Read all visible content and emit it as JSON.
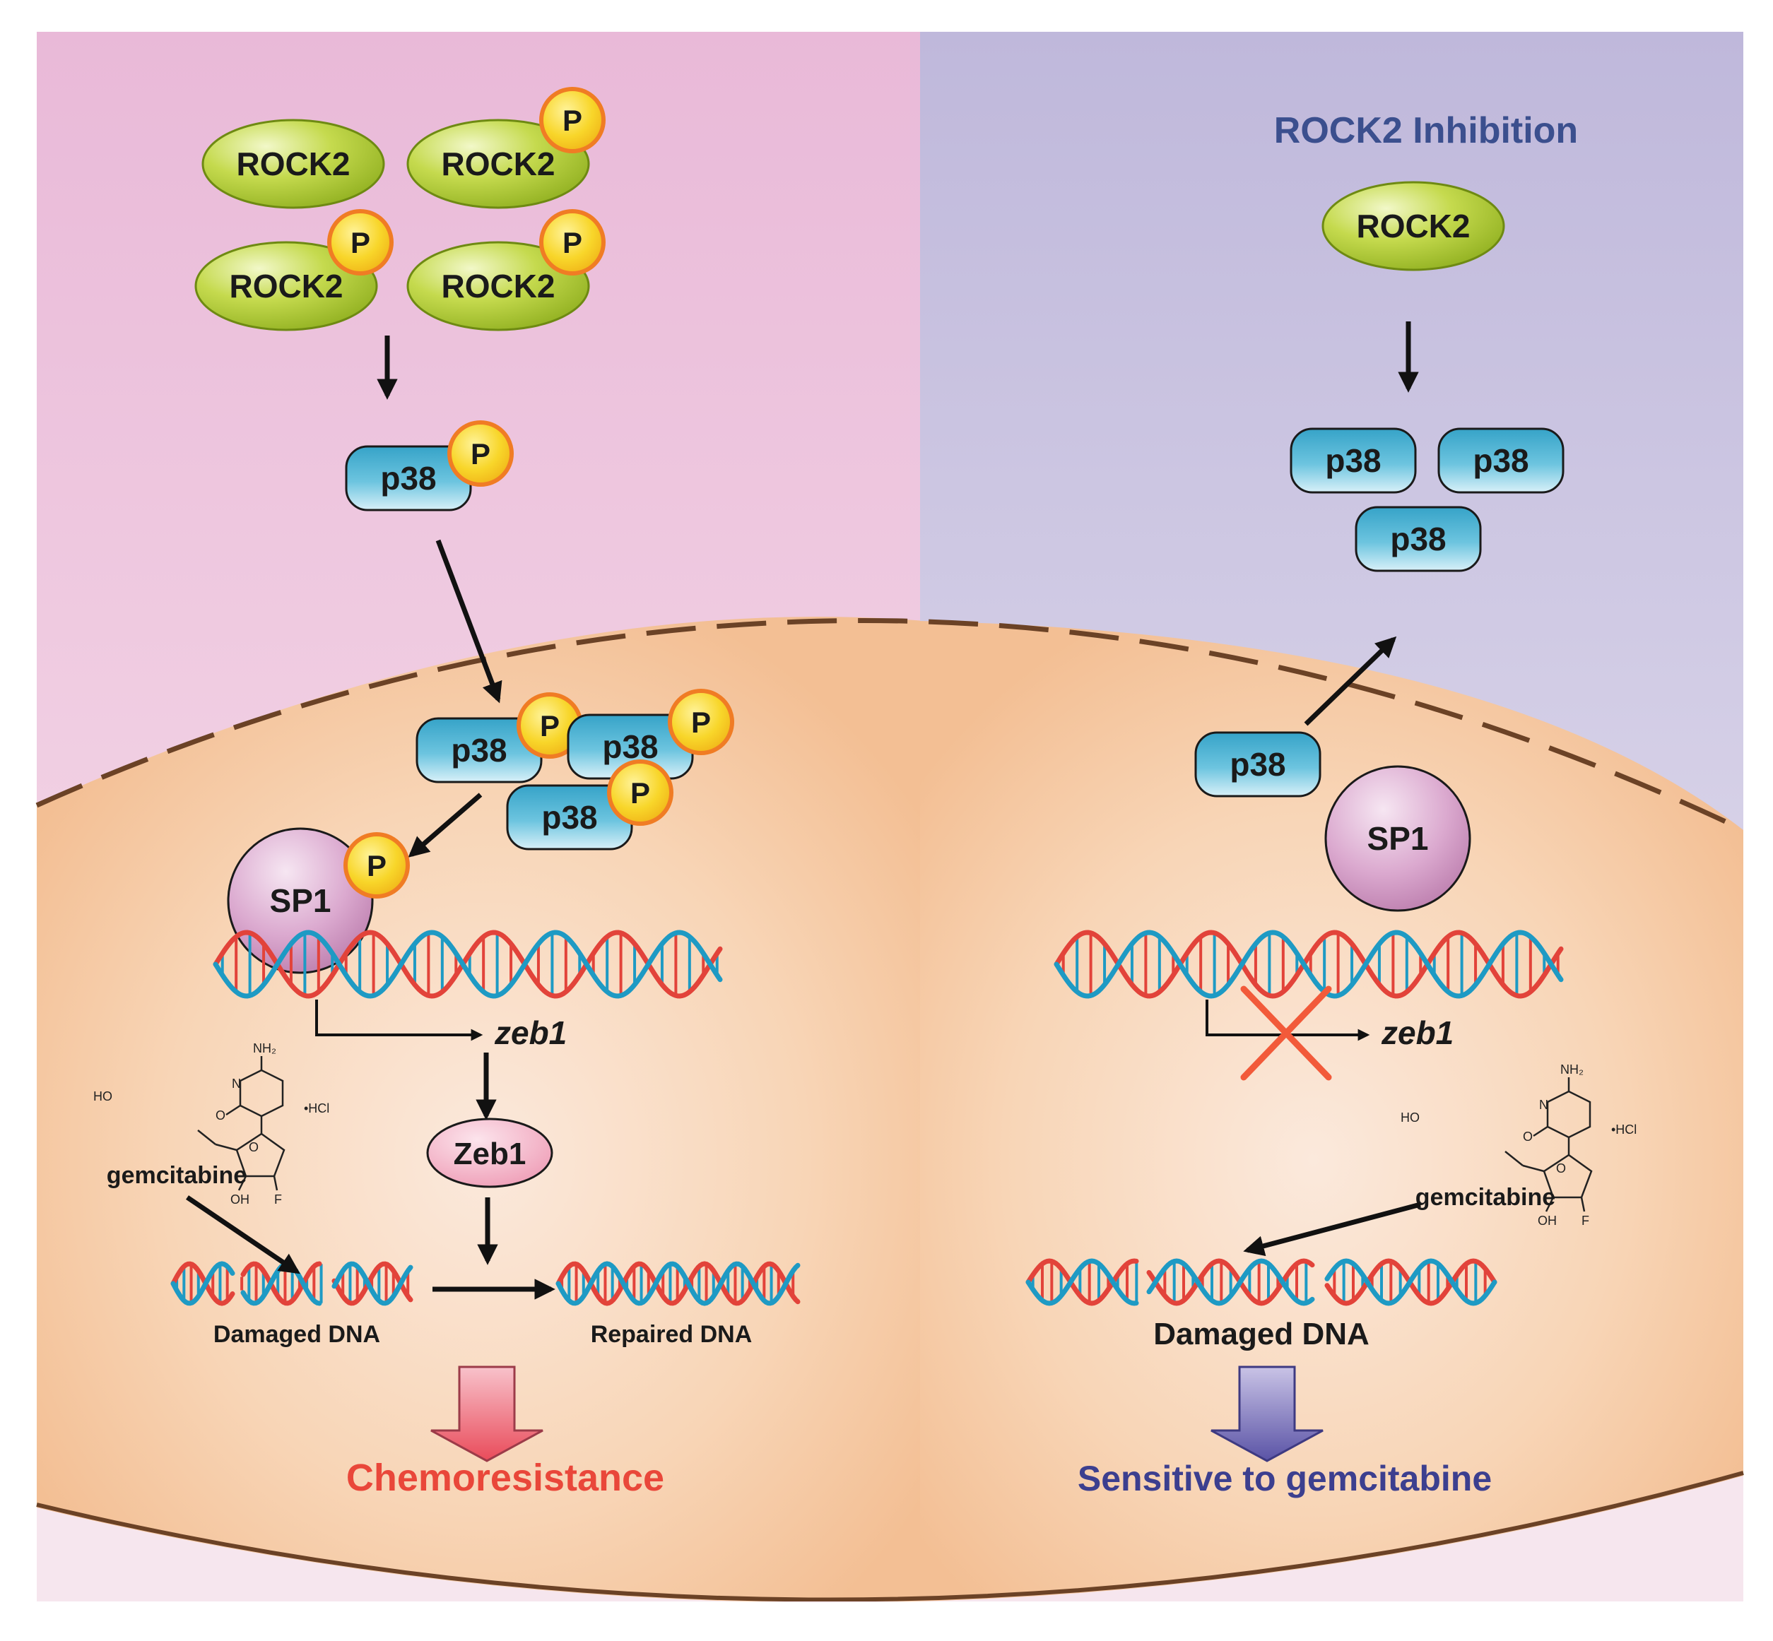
{
  "colors": {
    "left_bg_top": "#E9B9D8",
    "left_bg_bottom": "#F7E3EC",
    "right_bg_top": "#BDB6DA",
    "right_bg_bottom": "#E9E5F1",
    "cell": "#F6C9A2",
    "membrane": "#6B4226",
    "rock2_fill": "#B7D13A",
    "p38_fill": "#4FB3D3",
    "phospho_fill": "#F7D31E",
    "phospho_ring": "#F07C24",
    "sp1_fill": "#D59AC5",
    "zeb1_fill": "#F2A7BC",
    "dna_red": "#E2433A",
    "dna_blue": "#1E9AC4",
    "chemo_text": "#E9473A",
    "sensitive_text": "#3C3F8F",
    "inhibition_text": "#3B4F8E",
    "block_x": "#F25A3A"
  },
  "left": {
    "rock2_molecules": [
      {
        "label": "ROCK2",
        "phospho": ""
      },
      {
        "label": "ROCK2",
        "phospho": "P"
      },
      {
        "label": "ROCK2",
        "phospho": "P"
      },
      {
        "label": "ROCK2",
        "phospho": "P"
      }
    ],
    "p38_cytoplasm": {
      "label": "p38",
      "phospho": "P"
    },
    "p38_nuclear": [
      {
        "label": "p38",
        "phospho": "P"
      },
      {
        "label": "p38",
        "phospho": "P"
      },
      {
        "label": "p38",
        "phospho": "P"
      }
    ],
    "sp1": {
      "label": "SP1",
      "phospho": "P"
    },
    "gene": "zeb1",
    "zeb1_protein": "Zeb1",
    "drug": {
      "name": "gemcitabine",
      "atoms": {
        "nh2": "NH₂",
        "n": "N",
        "o": "O",
        "ho": "HO",
        "oh": "OH",
        "f": "F",
        "salt": "•HCl"
      }
    },
    "damaged_dna": "Damaged DNA",
    "repaired_dna": "Repaired DNA",
    "outcome": "Chemoresistance"
  },
  "right": {
    "title": "ROCK2 Inhibition",
    "rock2": {
      "label": "ROCK2"
    },
    "p38_cytoplasm": [
      "p38",
      "p38",
      "p38"
    ],
    "p38_nuclear": "p38",
    "sp1": "SP1",
    "gene": "zeb1",
    "drug": {
      "name": "gemcitabine",
      "atoms": {
        "nh2": "NH₂",
        "n": "N",
        "o": "O",
        "ho": "HO",
        "oh": "OH",
        "f": "F",
        "salt": "•HCl"
      }
    },
    "damaged_dna": "Damaged DNA",
    "outcome": "Sensitive to gemcitabine"
  }
}
